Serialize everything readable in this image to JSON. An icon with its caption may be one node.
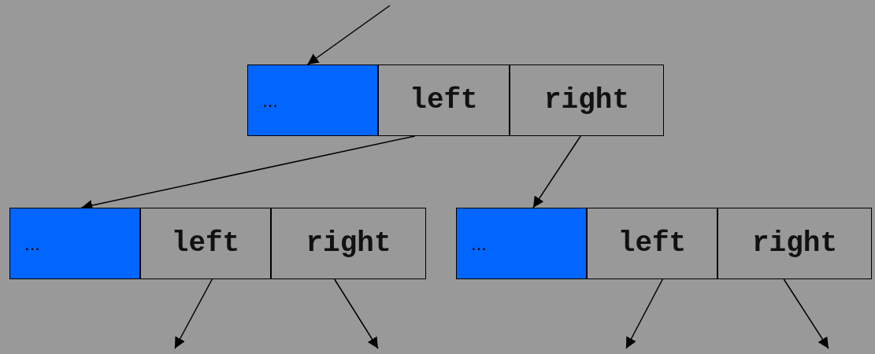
{
  "diagram": {
    "nodes": [
      {
        "text": [
          "..."
        ]
      },
      {
        "text": [
          "left"
        ]
      },
      {
        "text": [
          "right"
        ]
      },
      {
        "text": [
          "..."
        ]
      },
      {
        "text": [
          "left"
        ]
      },
      {
        "text": [
          "right"
        ]
      },
      {
        "text": [
          "..."
        ]
      },
      {
        "text": [
          "left"
        ]
      },
      {
        "text": [
          "right"
        ]
      }
    ],
    "edges": [
      {
        "from": null,
        "to": 0,
        "arrow": "to"
      },
      {
        "from": 1,
        "to": 3,
        "arrow": "to"
      },
      {
        "from": 2,
        "to": 6,
        "arrow": "to"
      },
      {
        "from": 4,
        "to": null,
        "arrow": "to"
      },
      {
        "from": 5,
        "to": null,
        "arrow": "to"
      },
      {
        "from": 7,
        "to": null,
        "arrow": "to"
      },
      {
        "from": 8,
        "to": null,
        "arrow": "to"
      }
    ]
  }
}
